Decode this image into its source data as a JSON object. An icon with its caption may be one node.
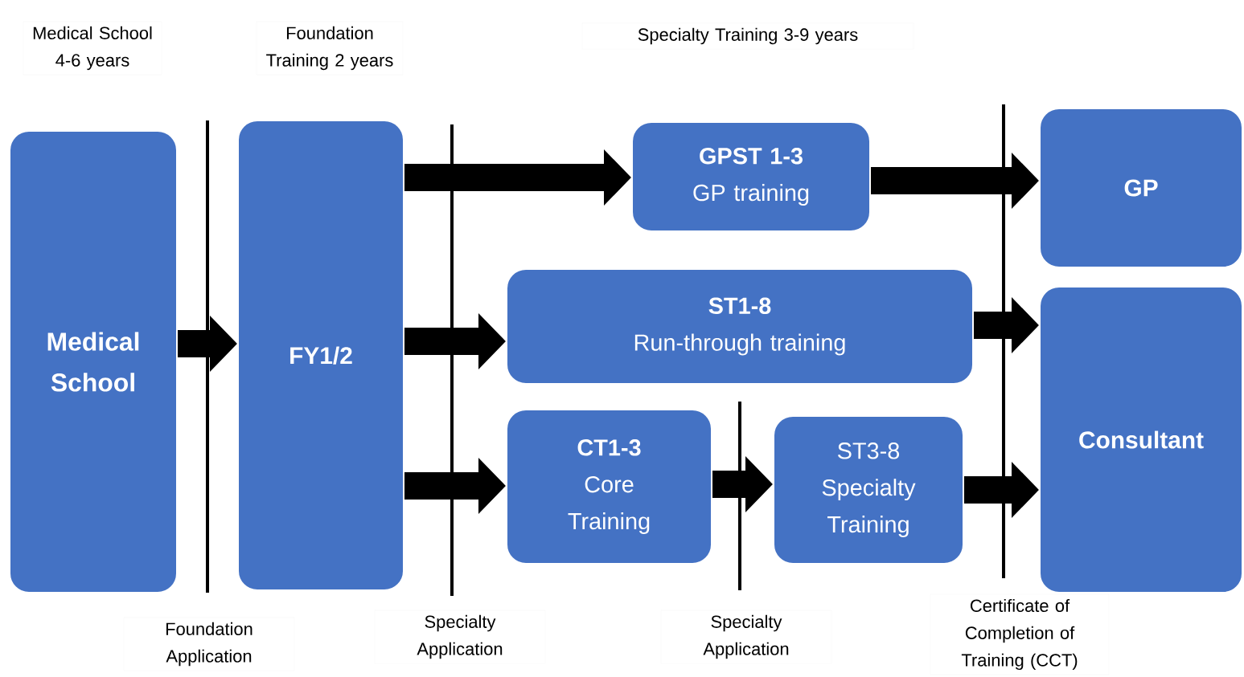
{
  "diagram": {
    "nodes": [
      {
        "text": [
          "Medical School"
        ]
      },
      {
        "text": [
          "FY1/2"
        ]
      },
      {
        "text": [
          "GPST 1-3",
          "GP training"
        ]
      },
      {
        "text": [
          "ST1-8",
          "Run-through training"
        ]
      },
      {
        "text": [
          "CT1-3",
          "Core Training"
        ]
      },
      {
        "text": [
          "ST3-8",
          "Specialty Training"
        ]
      },
      {
        "text": [
          "GP"
        ]
      },
      {
        "text": [
          "Consultant"
        ]
      }
    ],
    "edges": [
      {
        "from": 0,
        "to": 1,
        "arrow": "to"
      },
      {
        "from": 1,
        "to": 2,
        "arrow": "to"
      },
      {
        "from": 1,
        "to": 3,
        "arrow": "to"
      },
      {
        "from": 1,
        "to": 4,
        "arrow": "to"
      },
      {
        "from": 4,
        "to": 5,
        "arrow": "to"
      },
      {
        "from": 2,
        "to": 6,
        "arrow": "to"
      },
      {
        "from": 3,
        "to": 7,
        "arrow": "to"
      },
      {
        "from": 5,
        "to": 7,
        "arrow": "to"
      }
    ],
    "labels": [
      "Medical School 4-6 years",
      "Foundation Training 2 years",
      "Specialty Training 3-9 years",
      "Foundation Application",
      "Specialty Application",
      "Specialty Application",
      "Certificate of Completion of Training (CCT)"
    ]
  }
}
